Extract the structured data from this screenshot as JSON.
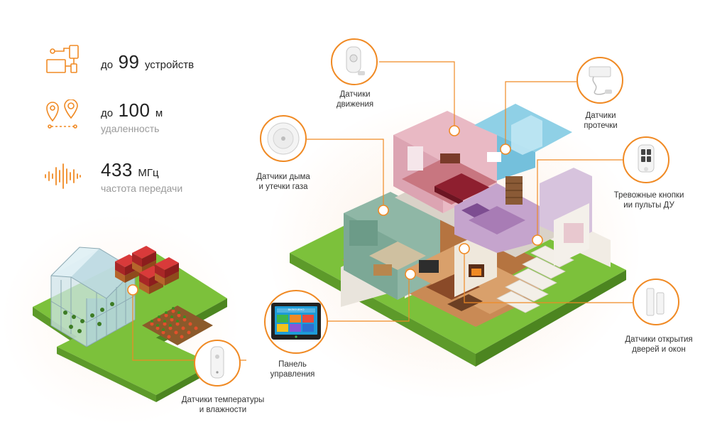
{
  "stats": {
    "devices": {
      "prefix": "до",
      "value": "99",
      "unit": "устройств"
    },
    "range": {
      "prefix": "до",
      "value": "100",
      "unit": "м",
      "caption": "удаленность"
    },
    "frequency": {
      "value": "433",
      "unit": "МГц",
      "caption": "частота передачи"
    }
  },
  "callouts": {
    "motion": {
      "line1": "Датчики",
      "line2": "движения"
    },
    "leak": {
      "line1": "Датчики",
      "line2": "протечки"
    },
    "smoke": {
      "line1": "Датчики дыма",
      "line2": "и утечки газа"
    },
    "remote": {
      "line1": "Тревожные кнопки",
      "line2": "ии пульты ДУ"
    },
    "panel": {
      "line1": "Панель",
      "line2": "управления"
    },
    "door": {
      "line1": "Датчики открытия",
      "line2": "дверей и окон"
    },
    "temp": {
      "line1": "Датчики температуры",
      "line2": "и влажности"
    }
  },
  "panel_screen": {
    "status": "ВКЛЮЧЕНО"
  },
  "colors": {
    "accent": "#f08a24",
    "grass": "#7cc13b",
    "text": "#222222",
    "muted": "#9a9a9a"
  }
}
